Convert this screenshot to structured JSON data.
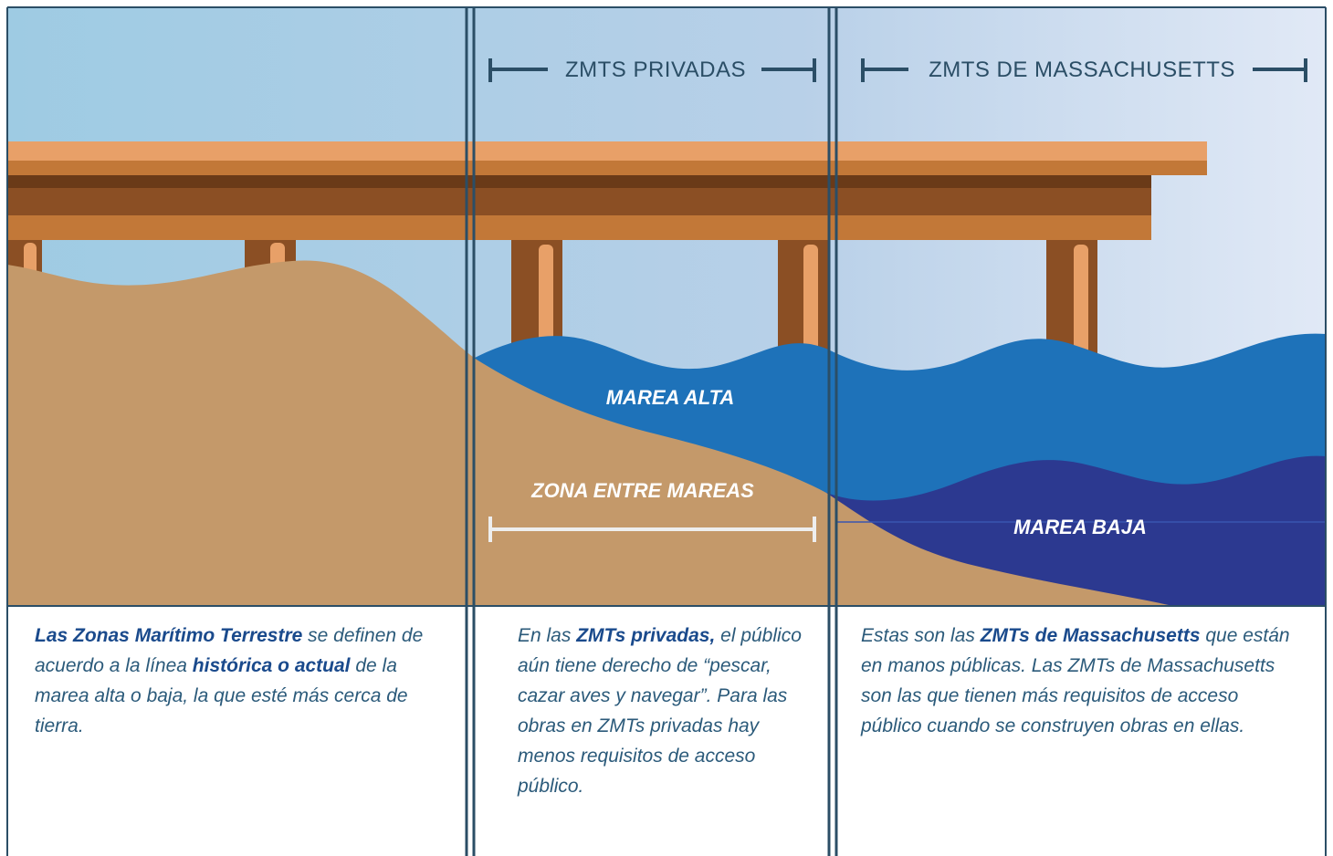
{
  "headers": {
    "private_zone": "ZMTS PRIVADAS",
    "massachusetts_zone": "ZMTS DE MASSACHUSETTS"
  },
  "scene_labels": {
    "high_tide": "MAREA ALTA",
    "low_tide": "MAREA BAJA",
    "intertidal_zone": "ZONA ENTRE MAREAS"
  },
  "panels": [
    {
      "segments": [
        {
          "text": "Las Zonas Marítimo Terrestre",
          "bold": true
        },
        {
          "text": " se definen de acuerdo a la línea ",
          "bold": false
        },
        {
          "text": "histórica o actual",
          "bold": true
        },
        {
          "text": " de la marea alta o baja, la que esté más cerca de tierra.",
          "bold": false
        }
      ]
    },
    {
      "segments": [
        {
          "text": "En las ",
          "bold": false
        },
        {
          "text": "ZMTs privadas,",
          "bold": true
        },
        {
          "text": " el público aún tiene derecho de “pescar, cazar aves y navegar”. Para las obras en ZMTs privadas hay menos requisitos de acceso público.",
          "bold": false
        }
      ]
    },
    {
      "segments": [
        {
          "text": "Estas son las ",
          "bold": false
        },
        {
          "text": "ZMTs de Massachusetts",
          "bold": true
        },
        {
          "text": " que están en manos públicas. Las ZMTs de Massachusetts son las que tienen más requisitos de acceso público cuando se construyen obras en ellas.",
          "bold": false
        }
      ]
    }
  ],
  "colors": {
    "sky_left": "#9ecbe3",
    "sky_right": "#e1e9f6",
    "sand": "#c4996a",
    "high_tide_water": "#1e72b9",
    "low_tide_water": "#2c3990",
    "divider": "#2b4e66",
    "pier_top": "#e8a068",
    "pier_beam": "#8b4f24",
    "text_blue": "#2b5a7a"
  }
}
